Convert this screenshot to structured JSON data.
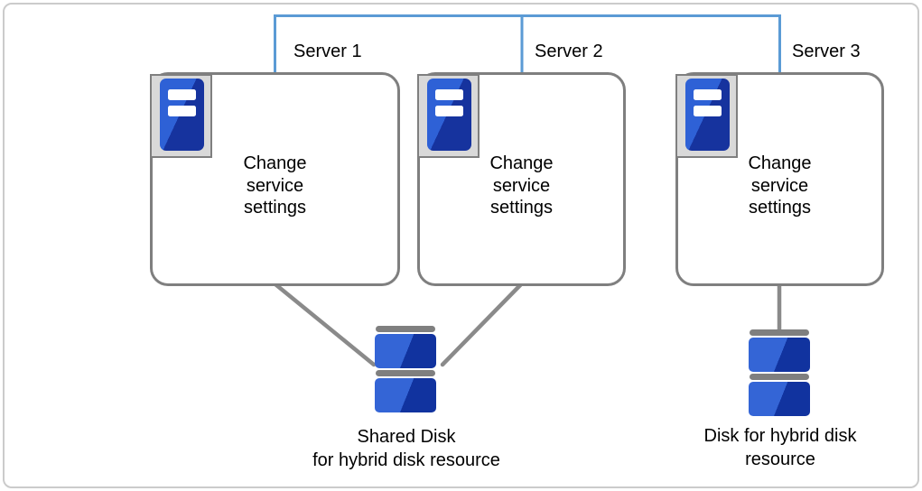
{
  "colors": {
    "accent-blue": "#5b9bd5",
    "box-border": "#7f7f7f",
    "line-gray": "#8a8a8a",
    "icon-bg": "#d9d9d9",
    "tower-blue-light": "#2e61d6",
    "tower-blue-dark": "#16339e",
    "disk-blue-light": "#3465d6",
    "disk-blue-dark": "#11339f",
    "cap-gray": "#7f7f7f",
    "page-border": "#cbcbcb",
    "text": "#000000"
  },
  "servers": [
    {
      "label": "Server 1",
      "icon": "server-tower-icon",
      "body_lines": [
        "Change",
        "service",
        "settings"
      ]
    },
    {
      "label": "Server 2",
      "icon": "server-tower-icon",
      "body_lines": [
        "Change",
        "service",
        "settings"
      ]
    },
    {
      "label": "Server 3",
      "icon": "server-tower-icon",
      "body_lines": [
        "Change",
        "service",
        "settings"
      ]
    }
  ],
  "disks": {
    "shared": {
      "icon": "stacked-disk-icon",
      "caption_lines": [
        "Shared Disk",
        "for hybrid disk resource"
      ]
    },
    "hybrid": {
      "icon": "stacked-disk-icon",
      "caption_lines": [
        "Disk for hybrid disk",
        "resource"
      ]
    }
  }
}
